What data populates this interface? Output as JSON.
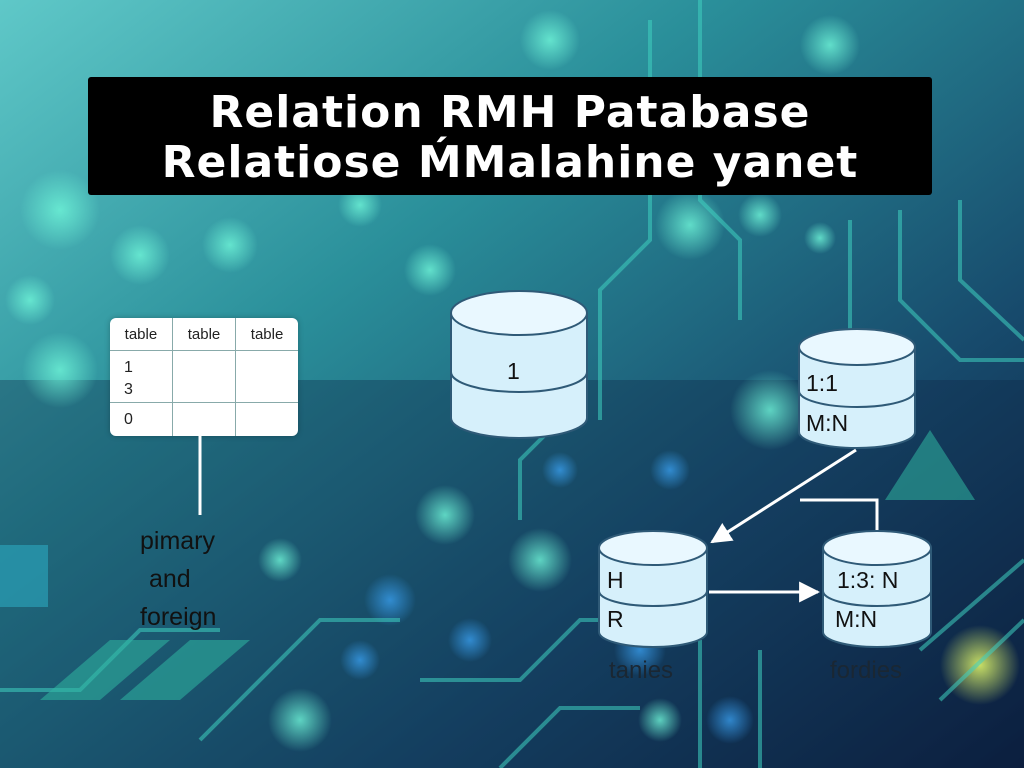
{
  "title": {
    "line1": "Relation RMH  Patabase",
    "line2": "Relatiose  ḾMalahine yanet"
  },
  "table": {
    "headers": [
      "table",
      "table",
      "table"
    ],
    "rows": [
      [
        "1\n3",
        "",
        ""
      ],
      [
        "0",
        "",
        ""
      ]
    ]
  },
  "key_label": {
    "line1": "pimary",
    "line2": "and",
    "line3": "foreign"
  },
  "cylinders": {
    "center": {
      "text": "1"
    },
    "right": {
      "top": "1:1",
      "bottom": "M:N"
    },
    "bottom_left": {
      "top": "H",
      "bottom": "R"
    },
    "bottom_right": {
      "top": "1:3: N",
      "bottom": "M:N"
    }
  },
  "captions": {
    "left": "tanies",
    "right": "fordies"
  },
  "colors": {
    "cylinder_fill": "#d6f0fb",
    "background_dark": "#0c1f3e",
    "background_teal": "#1e8a8e",
    "glow": "#4fe3c6"
  }
}
